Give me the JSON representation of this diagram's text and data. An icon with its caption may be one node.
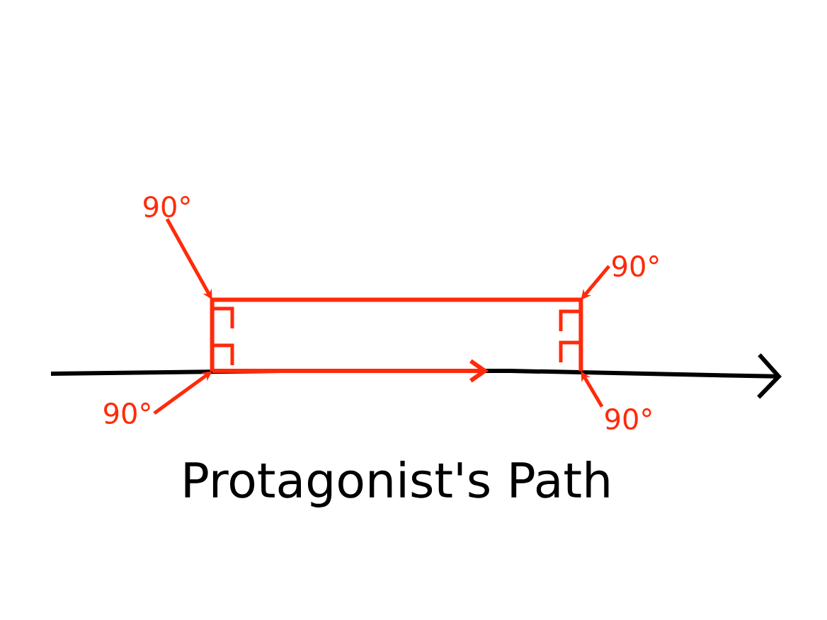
{
  "diagram": {
    "nodes": [
      {
        "text": [
          "90°"
        ]
      },
      {
        "text": [
          "90°"
        ]
      },
      {
        "text": [
          "90°"
        ]
      },
      {
        "text": [
          "90°"
        ]
      },
      {
        "text": [],
        "shape": "box"
      }
    ],
    "edges": [
      {
        "from": 0,
        "to": 4,
        "arrow": "to"
      },
      {
        "from": 1,
        "to": 4,
        "arrow": "to"
      },
      {
        "from": 2,
        "to": 4,
        "arrow": "to"
      },
      {
        "from": 3,
        "to": 4,
        "arrow": "to"
      }
    ],
    "labels": [
      "Protagonist's Path"
    ]
  }
}
